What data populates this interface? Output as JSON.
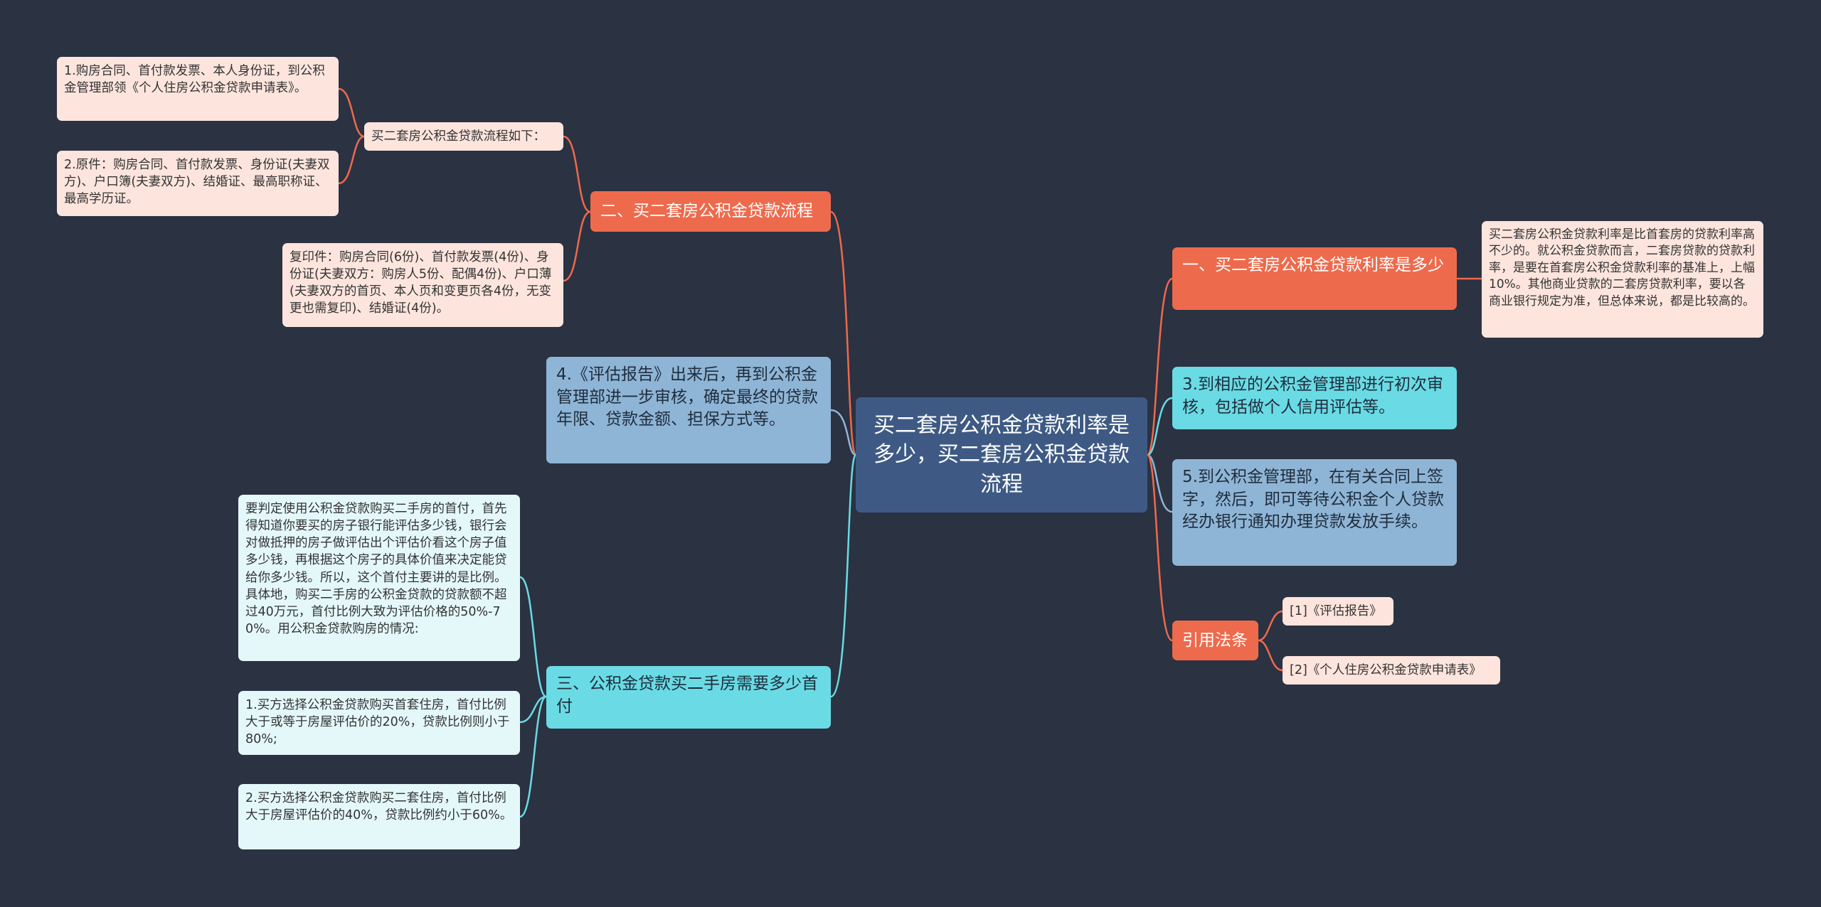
{
  "root": "买二套房公积金贷款利率是多少，买二套房公积金贷款流程",
  "left": {
    "flow": {
      "title": "二、买二套房公积金贷款流程",
      "sub_title": "买二套房公积金贷款流程如下：",
      "items": [
        "1.购房合同、首付款发票、本人身份证，到公积金管理部领《个人住房公积金贷款申请表》。",
        "2.原件：购房合同、首付款发票、身份证(夫妻双方)、户口簿(夫妻双方)、结婚证、最高职称证、最高学历证。"
      ],
      "copy": "复印件：购房合同(6份)、首付款发票(4份)、身份证(夫妻双方：购房人5份、配偶4份)、户口薄(夫妻双方的首页、本人页和变更页各4份，无变更也需复印)、结婚证(4份)。"
    },
    "report": "4.《评估报告》出来后，再到公积金管理部进一步审核，确定最终的贷款年限、贷款金额、担保方式等。",
    "second": {
      "title": "三、公积金贷款买二手房需要多少首付",
      "items": [
        "要判定使用公积金贷款购买二手房的首付，首先得知道你要买的房子银行能评估多少钱，银行会对做抵押的房子做评估出个评估价看这个房子值多少钱，再根据这个房子的具体价值来决定能贷给你多少钱。所以，这个首付主要讲的是比例。具体地，购买二手房的公积金贷款的贷款额不超过40万元，首付比例大致为评估价格的50%-70%。用公积金贷款购房的情况:",
        "1.买方选择公积金贷款购买首套住房，首付比例大于或等于房屋评估价的20%，贷款比例则小于80%;",
        "2.买方选择公积金贷款购买二套住房，首付比例大于房屋评估价的40%，贷款比例约小于60%。"
      ]
    }
  },
  "right": {
    "rate": {
      "title": "一、买二套房公积金贷款利率是多少",
      "detail": "买二套房公积金贷款利率是比首套房的贷款利率高不少的。就公积金贷款而言，二套房贷款的贷款利率，是要在首套房公积金贷款利率的基准上，上幅10%。其他商业贷款的二套房贷款利率，要以各商业银行规定为准，但总体来说，都是比较高的。"
    },
    "step3": "3.到相应的公积金管理部进行初次审核，包括做个人信用评估等。",
    "step5": "5.到公积金管理部，在有关合同上签字，然后，即可等待公积金个人贷款经办银行通知办理贷款发放手续。",
    "law": {
      "title": "引用法条",
      "items": [
        "[1]《评估报告》",
        "[2]《个人住房公积金贷款申请表》"
      ]
    }
  },
  "colors": {
    "background": "#2b3242",
    "root": "#3e5a84",
    "orange": "#ee6a4c",
    "cyan": "#6adbe4",
    "blue": "#8fb5d6",
    "leaf_pink": "#fde5dd",
    "leaf_cyan": "#e4f8fa"
  }
}
